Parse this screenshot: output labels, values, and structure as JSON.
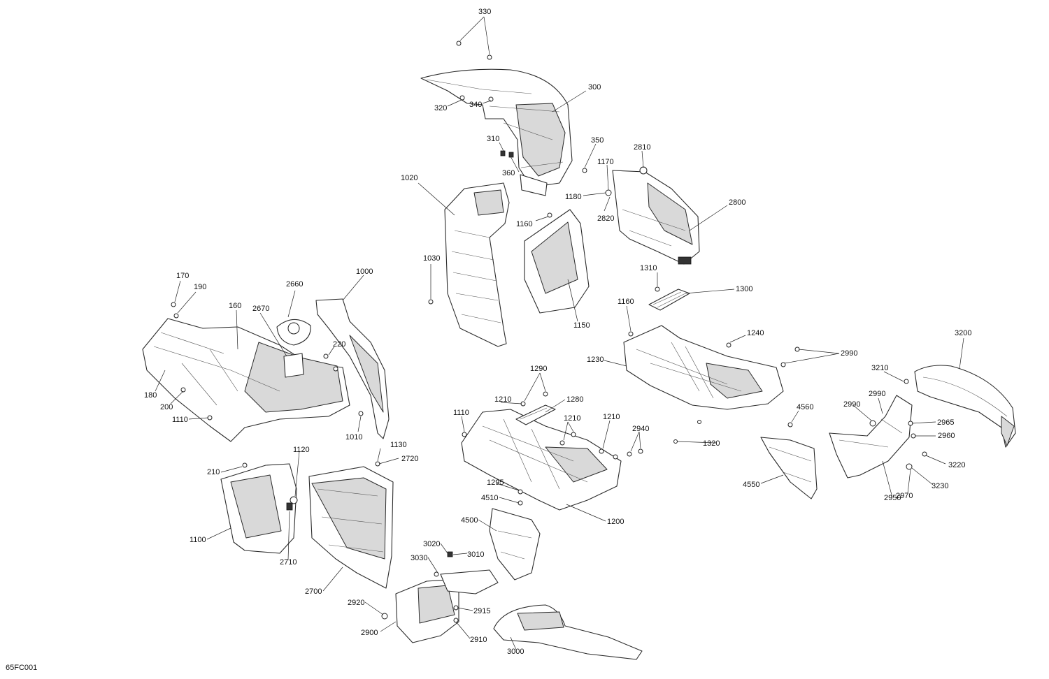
{
  "diagram_code": "65FC001",
  "callouts": {
    "c330": "330",
    "c320": "320",
    "c340": "340",
    "c300": "300",
    "c310": "310",
    "c350": "350",
    "c360": "360",
    "c1020": "1020",
    "c1170": "1170",
    "c2810": "2810",
    "c1180": "1180",
    "c2800": "2800",
    "c1160a": "1160",
    "c2820": "2820",
    "c1030": "1030",
    "c1310": "1310",
    "c1300": "1300",
    "c1150": "1150",
    "c1160b": "1160",
    "c170": "170",
    "c190": "190",
    "c2660": "2660",
    "c1000": "1000",
    "c160": "160",
    "c2670": "2670",
    "c220": "220",
    "c1240": "1240",
    "c2990a": "2990",
    "c3200": "3200",
    "c1230": "1230",
    "c180": "180",
    "c200": "200",
    "c1110a": "1110",
    "c1010": "1010",
    "c1290": "1290",
    "c3210": "3210",
    "c1210a": "1210",
    "c1280": "1280",
    "c2990b": "2990",
    "c4560": "4560",
    "c2990c": "2990",
    "c1110b": "1110",
    "c1210b": "1210",
    "c1210c": "1210",
    "c2940": "2940",
    "c2965": "2965",
    "c2960": "2960",
    "c1320": "1320",
    "c1130": "1130",
    "c1120": "1120",
    "c2720": "2720",
    "c210": "210",
    "c3220": "3220",
    "c4550": "4550",
    "c1295": "1295",
    "c2970": "2970",
    "c3230": "3230",
    "c2950": "2950",
    "c4510": "4510",
    "c1200": "1200",
    "c4500": "4500",
    "c1100": "1100",
    "c2710": "2710",
    "c3020": "3020",
    "c3010": "3010",
    "c3030": "3030",
    "c2700": "2700",
    "c2920": "2920",
    "c2915": "2915",
    "c2900": "2900",
    "c2910": "2910",
    "c3000": "3000"
  }
}
